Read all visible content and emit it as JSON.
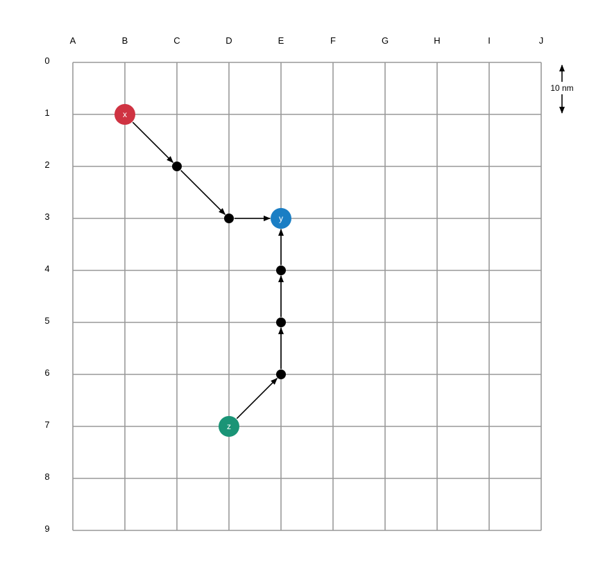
{
  "grid": {
    "columns": [
      "A",
      "B",
      "C",
      "D",
      "E",
      "F",
      "G",
      "H",
      "I",
      "J"
    ],
    "rows": [
      "0",
      "1",
      "2",
      "3",
      "4",
      "5",
      "6",
      "7",
      "8",
      "9"
    ],
    "line_color": "#999999"
  },
  "scale_bar": {
    "label": "10 nm"
  },
  "nodes": [
    {
      "id": "x",
      "label": "x",
      "col": "B",
      "row": "1",
      "kind": "labeled",
      "color": "#cf3342"
    },
    {
      "id": "y",
      "label": "y",
      "col": "E",
      "row": "3",
      "kind": "labeled",
      "color": "#1a7ec4"
    },
    {
      "id": "z",
      "label": "z",
      "col": "D",
      "row": "7",
      "kind": "labeled",
      "color": "#1a9476"
    },
    {
      "id": "c2",
      "label": "",
      "col": "C",
      "row": "2",
      "kind": "waypoint",
      "color": "#000000"
    },
    {
      "id": "d3",
      "label": "",
      "col": "D",
      "row": "3",
      "kind": "waypoint",
      "color": "#000000"
    },
    {
      "id": "e6",
      "label": "",
      "col": "E",
      "row": "6",
      "kind": "waypoint",
      "color": "#000000"
    },
    {
      "id": "e5",
      "label": "",
      "col": "E",
      "row": "5",
      "kind": "waypoint",
      "color": "#000000"
    },
    {
      "id": "e4",
      "label": "",
      "col": "E",
      "row": "4",
      "kind": "waypoint",
      "color": "#000000"
    }
  ],
  "edges": [
    {
      "from": "x",
      "to": "c2"
    },
    {
      "from": "c2",
      "to": "d3"
    },
    {
      "from": "d3",
      "to": "y"
    },
    {
      "from": "z",
      "to": "e6"
    },
    {
      "from": "e6",
      "to": "e5"
    },
    {
      "from": "e5",
      "to": "e4"
    },
    {
      "from": "e4",
      "to": "y"
    }
  ]
}
